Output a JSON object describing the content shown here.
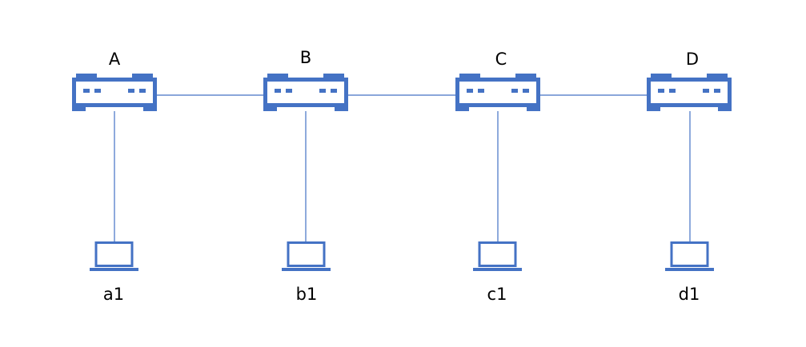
{
  "diagram": {
    "accent_color": "#4472C4",
    "line_color": "#4472C4",
    "switches": [
      {
        "label": "A"
      },
      {
        "label": "B"
      },
      {
        "label": "C"
      },
      {
        "label": "D"
      }
    ],
    "hosts": [
      {
        "label": "a1",
        "icon": "laptop-icon"
      },
      {
        "label": "b1",
        "icon": "laptop-icon"
      },
      {
        "label": "c1",
        "icon": "laptop-icon"
      },
      {
        "label": "d1",
        "icon": "laptop-icon"
      }
    ],
    "switch_icon": "network-switch-icon"
  }
}
